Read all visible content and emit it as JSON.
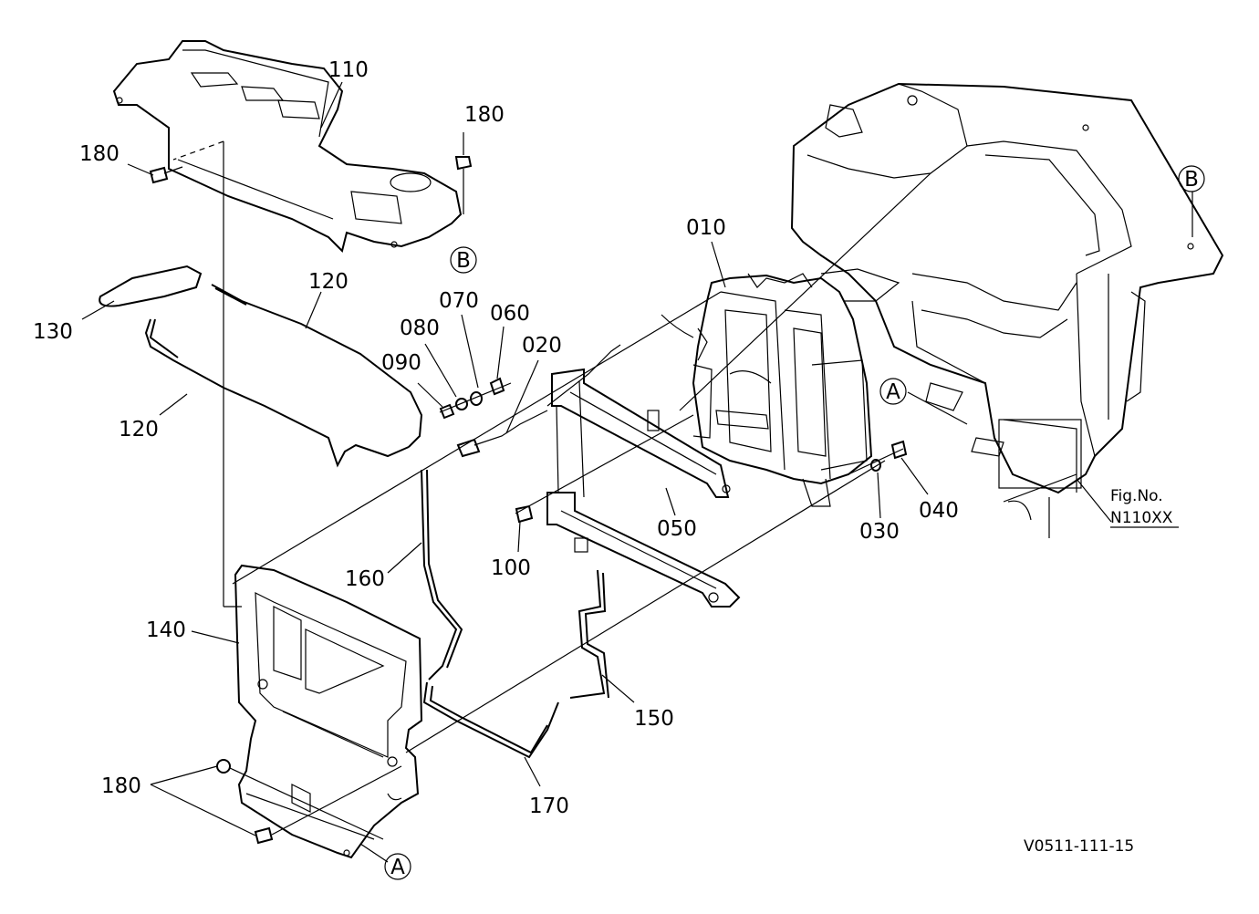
{
  "diagram": {
    "part_labels": {
      "p110": "110",
      "p180_left": "180",
      "p180_right": "180",
      "p180_bottom": "180",
      "p120_top": "120",
      "p120_bottom": "120",
      "p130": "130",
      "p010": "010",
      "p070": "070",
      "p060": "060",
      "p080": "080",
      "p020": "020",
      "p090": "090",
      "p050": "050",
      "p100": "100",
      "p160": "160",
      "p030": "030",
      "p040": "040",
      "p140": "140",
      "p150": "150",
      "p170": "170"
    },
    "callouts": {
      "a_right": "A",
      "a_bottom": "A",
      "b_left": "B",
      "b_right": "B"
    },
    "fig_ref": {
      "title": "Fig.No.",
      "number": "N110XX"
    },
    "drawing_code": "V0511-111-15"
  }
}
